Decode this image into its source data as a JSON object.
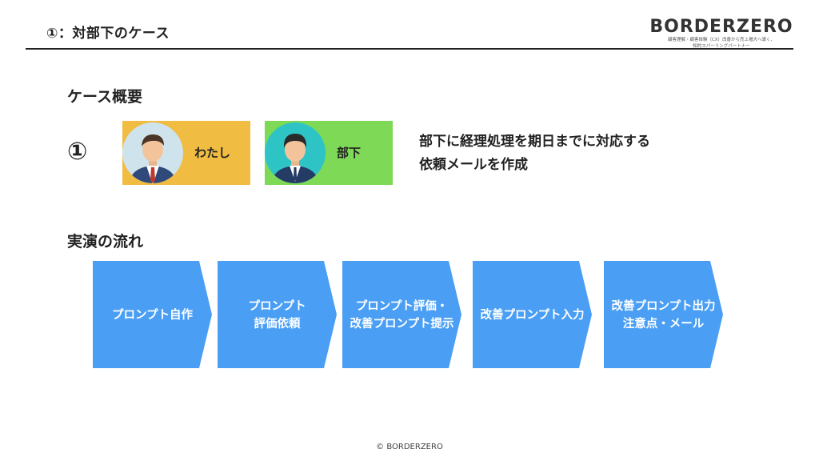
{
  "header": {
    "title": "①：対部下のケース",
    "logo": {
      "text": "BORDERZERO",
      "tagline_line1": "顧客理解・顧客体験（CX）改善から売上増大へ導く、",
      "tagline_line2": "知的スパーリングパートナー"
    }
  },
  "case": {
    "section_title": "ケース概要",
    "number": "①",
    "me_label": "わたし",
    "subordinate_label": "部下",
    "description_line1": "部下に経理処理を期日までに対応する",
    "description_line2": "依頼メールを作成"
  },
  "flow": {
    "section_title": "実演の流れ",
    "steps": [
      {
        "lines": [
          "プロンプト自作"
        ]
      },
      {
        "lines": [
          "プロンプト",
          "評価依頼"
        ]
      },
      {
        "lines": [
          "プロンプト評価・",
          "改善プロンプト提示"
        ]
      },
      {
        "lines": [
          "改善プロンプト入力"
        ]
      },
      {
        "lines": [
          "改善プロンプト出力",
          "注意点・メール"
        ]
      }
    ]
  },
  "colors": {
    "step_fill": "#4a9ff5",
    "me_card": "#f0bc42",
    "subordinate_card": "#7ed957"
  },
  "footer": {
    "copyright": "© BORDERZERO"
  }
}
